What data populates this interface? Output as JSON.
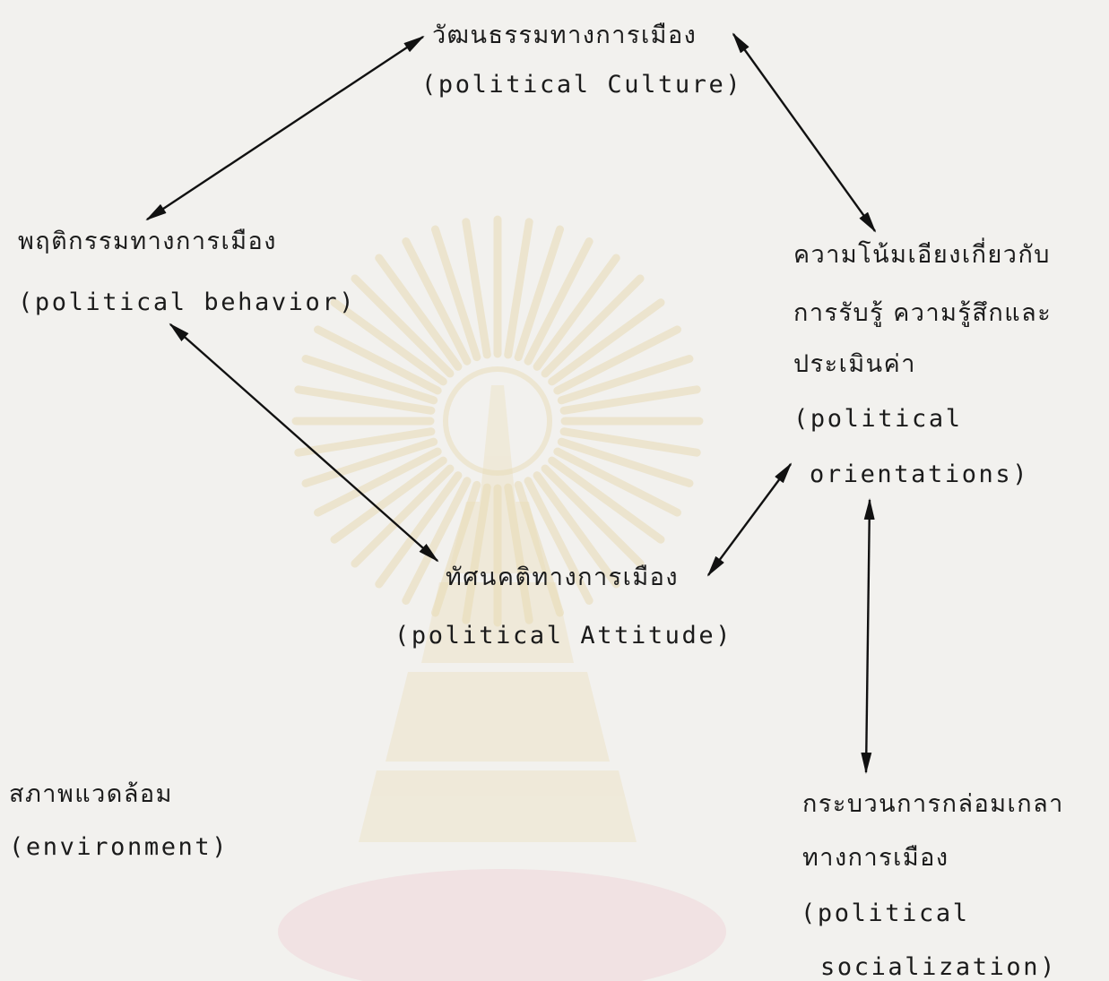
{
  "nodes": {
    "political_culture": {
      "thai": "วัฒนธรรมทางการเมือง",
      "english": "(political Culture)"
    },
    "political_behavior": {
      "thai": "พฤติกรรมทางการเมือง",
      "english": "(political behavior)"
    },
    "political_orientations": {
      "thai_lines": [
        "ความโน้มเอียงเกี่ยวกับ",
        "การรับรู้ ความรู้สึกและ",
        "ประเมินค่า"
      ],
      "english_lines": [
        "(political",
        "orientations)"
      ]
    },
    "political_attitude": {
      "thai": "ทัศนคติทางการเมือง",
      "english": "(political Attitude)"
    },
    "environment": {
      "thai": "สภาพแวดล้อม",
      "english": "(environment)"
    },
    "political_socialization": {
      "thai_lines": [
        "กระบวนการกล่อมเกลา",
        "ทางการเมือง"
      ],
      "english_lines": [
        "(political",
        "socialization)"
      ]
    }
  },
  "colors": {
    "ink": "#1b1b1b",
    "paper": "#f2f1ee",
    "watermark": "#e6d6a8",
    "watermark_base": "#efd3d8"
  }
}
